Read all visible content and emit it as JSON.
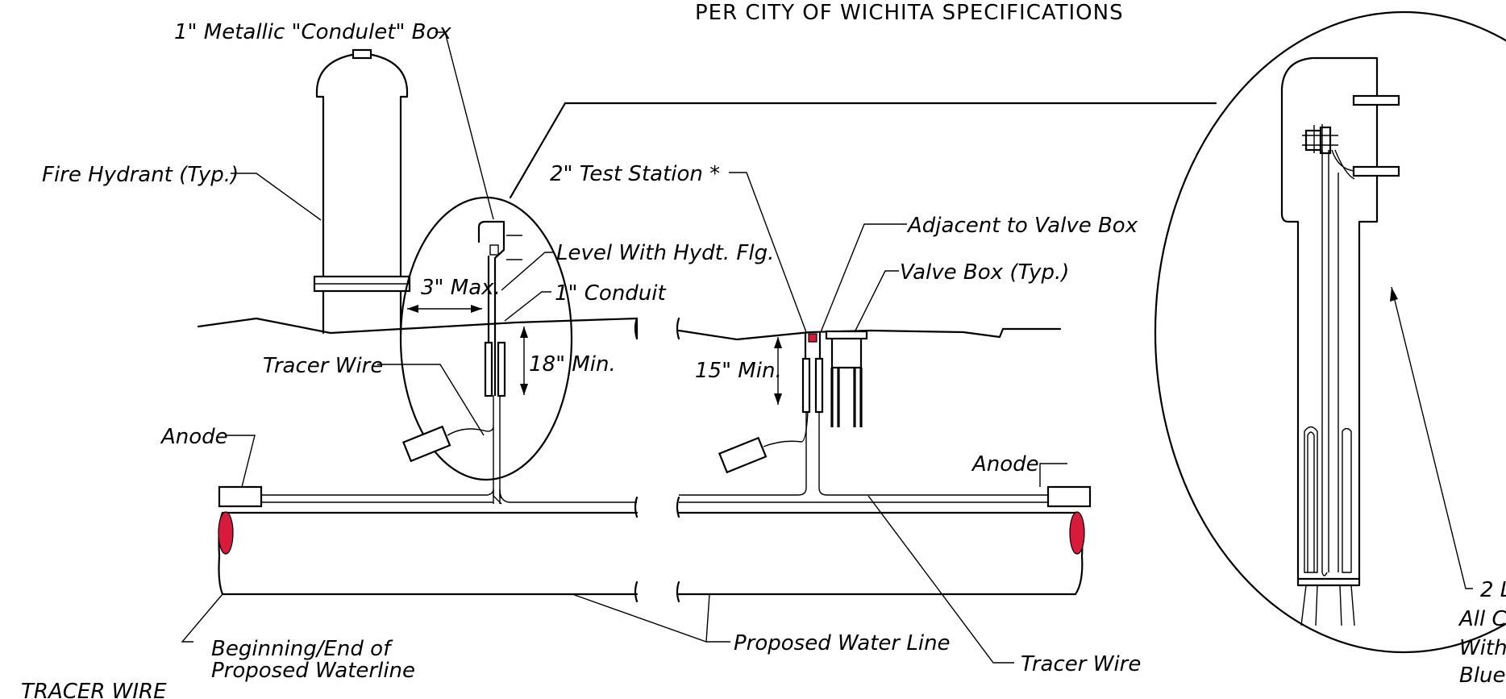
{
  "labels": {
    "header": "PER CITY OF WICHITA SPECIFICATIONS",
    "condulet_box": "1\" Metallic \"Condulet\" Box",
    "fire_hydrant": "Fire Hydrant (Typ.)",
    "level_with_flange": "Level With Hydt. Flg.",
    "three_max": "3\" Max.",
    "conduit": "1\" Conduit",
    "tracer_wire_left": "Tracer Wire",
    "eighteen_min": "18\" Min.",
    "anode_left": "Anode",
    "test_station": "2\" Test Station *",
    "adjacent_valve_box": "Adjacent to Valve Box",
    "valve_box": "Valve Box (Typ.)",
    "fifteen_min": "15\" Min.",
    "anode_right": "Anode",
    "beginning_end_line1": "Beginning/End of",
    "beginning_end_line2": "Proposed Waterline",
    "proposed_water_line": "Proposed Water Line",
    "tracer_wire_bottom": "Tracer Wire",
    "detail_note_line1": "2 L",
    "detail_note_line2": "All C",
    "detail_note_line3": "With",
    "detail_note_line4": "Blue",
    "footer_title": "TRACER WIRE"
  }
}
